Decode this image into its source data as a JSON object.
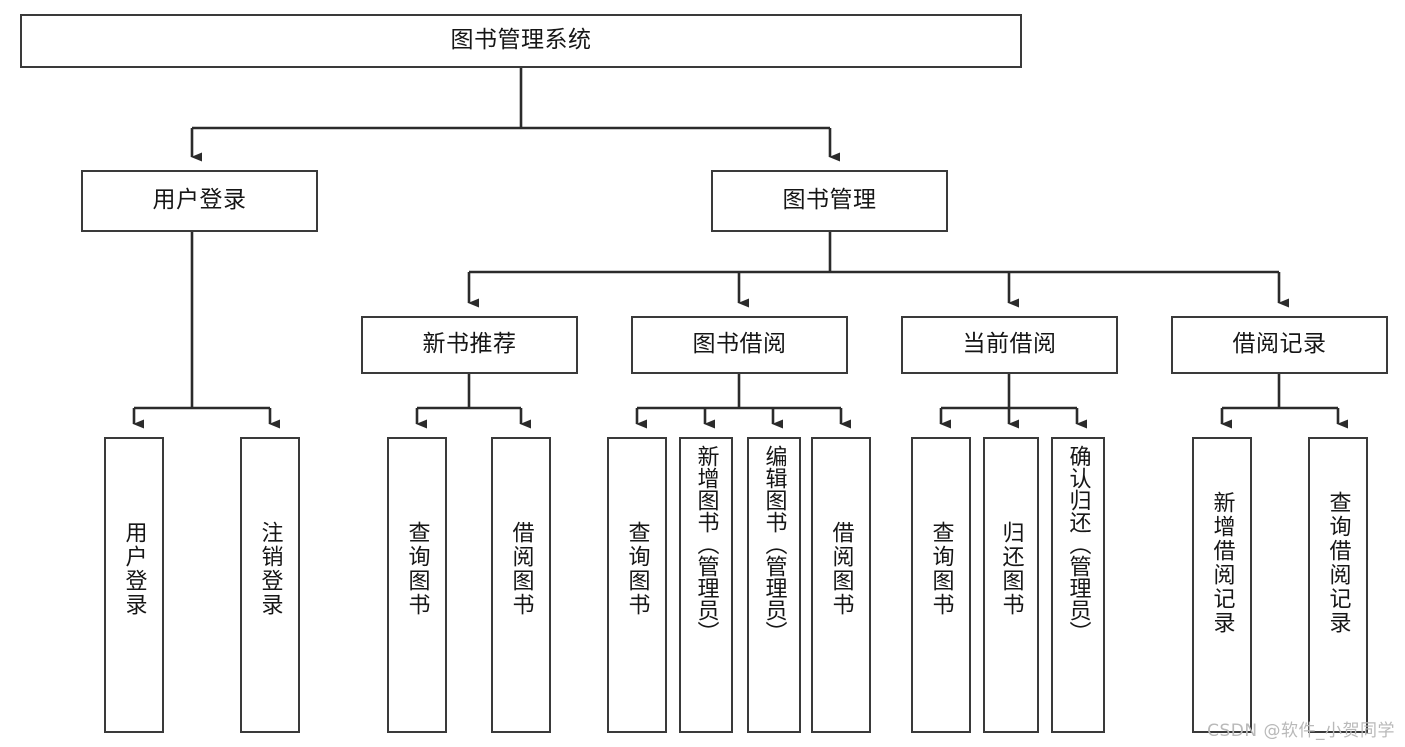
{
  "diagram": {
    "type": "tree-hierarchy",
    "title": "图书管理系统",
    "orientation": "top-down",
    "colors": {
      "background": "#ffffff",
      "node_border": "#3a3a3a",
      "node_fill": "#ffffff",
      "edge": "#2b2b2b",
      "text": "#161616",
      "watermark": "#b9b9b9"
    },
    "root": {
      "id": "root",
      "label": "图书管理系统"
    },
    "level2": [
      {
        "id": "login",
        "label": "用户登录"
      },
      {
        "id": "bookmgmt",
        "label": "图书管理"
      }
    ],
    "level3": [
      {
        "id": "newbook",
        "label": "新书推荐",
        "parent": "bookmgmt"
      },
      {
        "id": "borrow",
        "label": "图书借阅",
        "parent": "bookmgmt"
      },
      {
        "id": "current",
        "label": "当前借阅",
        "parent": "bookmgmt"
      },
      {
        "id": "records",
        "label": "借阅记录",
        "parent": "bookmgmt"
      }
    ],
    "leaves": [
      {
        "id": "leaf-user-login",
        "label": "用户登录",
        "parent": "login"
      },
      {
        "id": "leaf-user-logout",
        "label": "注销登录",
        "parent": "login"
      },
      {
        "id": "leaf-query-book-new",
        "label": "查询图书",
        "parent": "newbook"
      },
      {
        "id": "leaf-borrow-book-new",
        "label": "借阅图书",
        "parent": "newbook"
      },
      {
        "id": "leaf-query-book-borrow",
        "label": "查询图书",
        "parent": "borrow"
      },
      {
        "id": "leaf-add-book",
        "label": "新增图书（管理员）",
        "parent": "borrow"
      },
      {
        "id": "leaf-edit-book",
        "label": "编辑图书（管理员）",
        "parent": "borrow"
      },
      {
        "id": "leaf-borrow-book",
        "label": "借阅图书",
        "parent": "borrow"
      },
      {
        "id": "leaf-query-book-current",
        "label": "查询图书",
        "parent": "current"
      },
      {
        "id": "leaf-return-book",
        "label": "归还图书",
        "parent": "current"
      },
      {
        "id": "leaf-confirm-return",
        "label": "确认归还（管理员）",
        "parent": "current"
      },
      {
        "id": "leaf-add-record",
        "label": "新增借阅记录",
        "parent": "records"
      },
      {
        "id": "leaf-query-record",
        "label": "查询借阅记录",
        "parent": "records"
      }
    ]
  },
  "watermark": {
    "text": "CSDN @软件_小贺同学"
  }
}
